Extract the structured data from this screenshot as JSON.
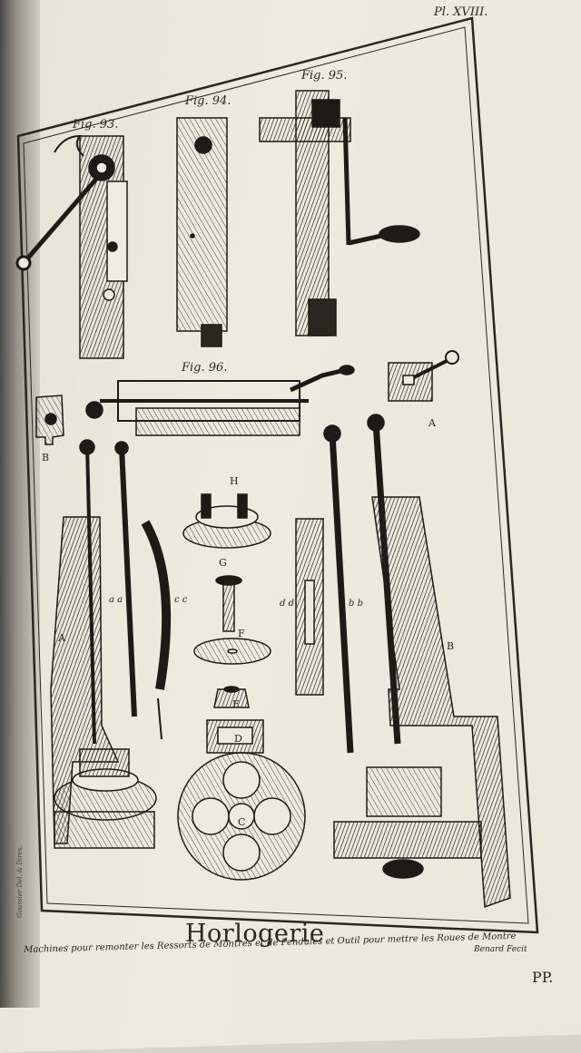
{
  "plate": {
    "number": "Pl. XVIII.",
    "title": "Horlogerie",
    "caption": "Machines pour remonter les Ressorts de Montres et de Pendules et Outil pour mettre les Roues de Montre",
    "credit_left": "Goussier Del. & Direx.",
    "credit_right": "Benard Fecit",
    "signature": "PP."
  },
  "figures": {
    "fig93": "Fig. 93.",
    "fig94": "Fig. 94.",
    "fig95": "Fig. 95.",
    "fig96": "Fig. 96."
  },
  "labels": {
    "A_small": "A",
    "B_small": "B",
    "H": "H",
    "G": "G",
    "F": "F",
    "E": "E",
    "D": "D",
    "C": "C",
    "A_large": "A",
    "B_large": "B",
    "aa": "a a",
    "cc": "c c",
    "dd": "d d",
    "bb": "b b"
  }
}
